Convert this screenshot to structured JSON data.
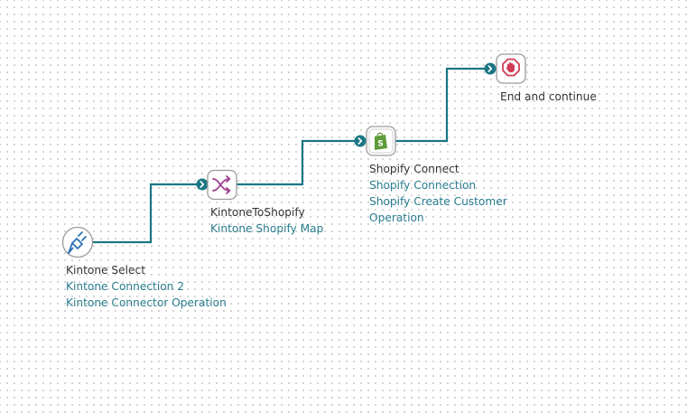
{
  "colors": {
    "connector": "#1b7784",
    "node_border": "#9a9a9a",
    "mapping_icon": "#a0418f",
    "connector_icon": "#2e6fb5",
    "shopify_green": "#5e9b3b",
    "stop_red": "#d33a55",
    "title_text": "#333333",
    "link_text": "#2a7d8f"
  },
  "nodes": [
    {
      "id": "kintone-select",
      "icon": "plug-icon",
      "title": "Kintone Select",
      "lines": [
        "Kintone Connection 2",
        "Kintone Connector Operation"
      ]
    },
    {
      "id": "kintone-to-shopify",
      "icon": "shuffle-icon",
      "title": "KintoneToShopify",
      "lines": [
        "Kintone Shopify Map"
      ]
    },
    {
      "id": "shopify-connect",
      "icon": "shopify-bag-icon",
      "title": "Shopify Connect",
      "lines": [
        "Shopify Connection",
        "Shopify Create Customer",
        "Operation"
      ]
    },
    {
      "id": "end-and-continue",
      "icon": "stop-hand-icon",
      "title": "End and continue",
      "lines": []
    }
  ]
}
